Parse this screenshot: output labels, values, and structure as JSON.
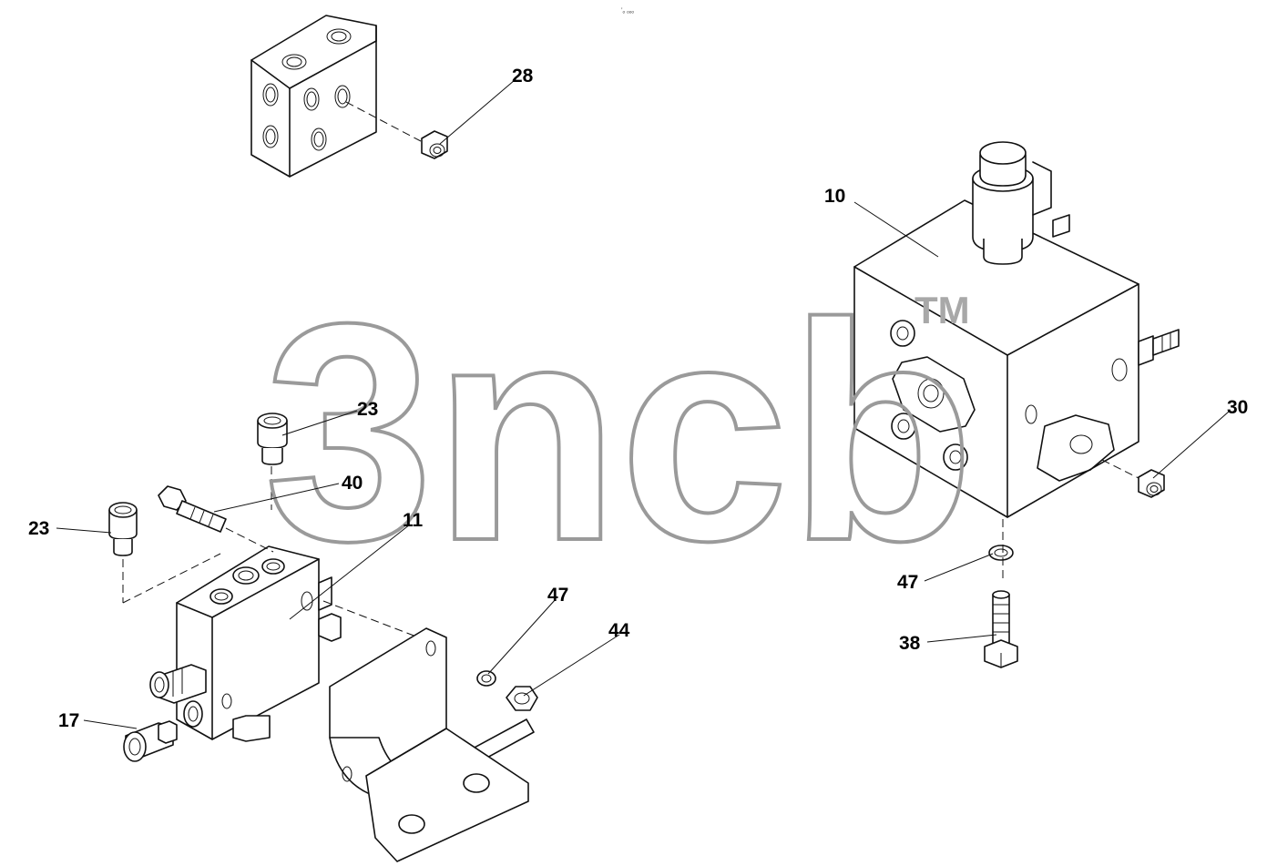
{
  "header_mark": "ʼₒ ₒₒₒ",
  "watermark": {
    "text": "3ncb",
    "tm": "TM",
    "color": "#9a9a9a"
  },
  "callouts": {
    "c28": "28",
    "c10": "10",
    "c23a": "23",
    "c40": "40",
    "c23b": "23",
    "c11": "11",
    "c30": "30",
    "c47a": "47",
    "c44": "44",
    "c47b": "47",
    "c38": "38",
    "c17": "17"
  }
}
